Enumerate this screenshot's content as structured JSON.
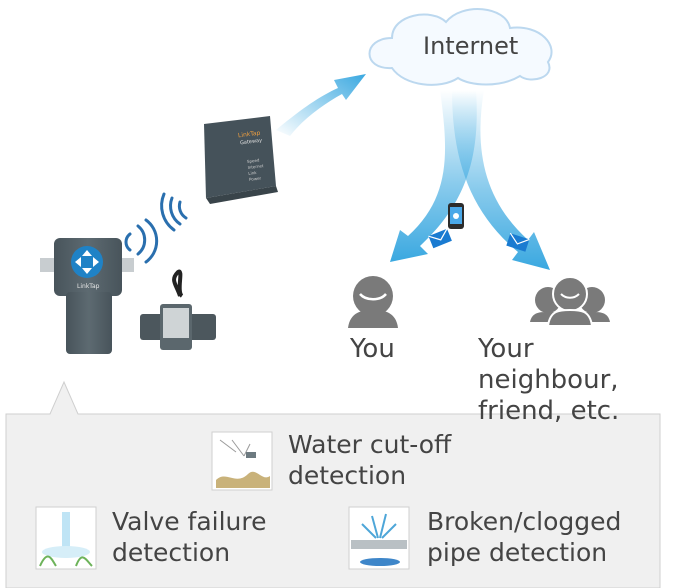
{
  "cloud": {
    "label": "Internet"
  },
  "recipients": {
    "you": {
      "label": "You"
    },
    "others": {
      "line1": "Your neighbour,",
      "line2": "friend, etc."
    }
  },
  "devices": {
    "gateway": {
      "brand": "LinkTap",
      "model": "Gateway",
      "leds": [
        "Speed",
        "Internet",
        "Link",
        "Power"
      ]
    },
    "valve": {
      "brand": "LinkTap"
    }
  },
  "features": {
    "cutoff": {
      "line1": "Water cut-off",
      "line2": "detection"
    },
    "valve_failure": {
      "line1": "Valve failure",
      "line2": "detection"
    },
    "broken_pipe": {
      "line1": "Broken/clogged",
      "line2": "pipe detection"
    }
  },
  "colors": {
    "arrow": "#3aa8e0",
    "device": "#525f66",
    "panel": "#f0f0f0",
    "icon": "#7a7a7a"
  }
}
